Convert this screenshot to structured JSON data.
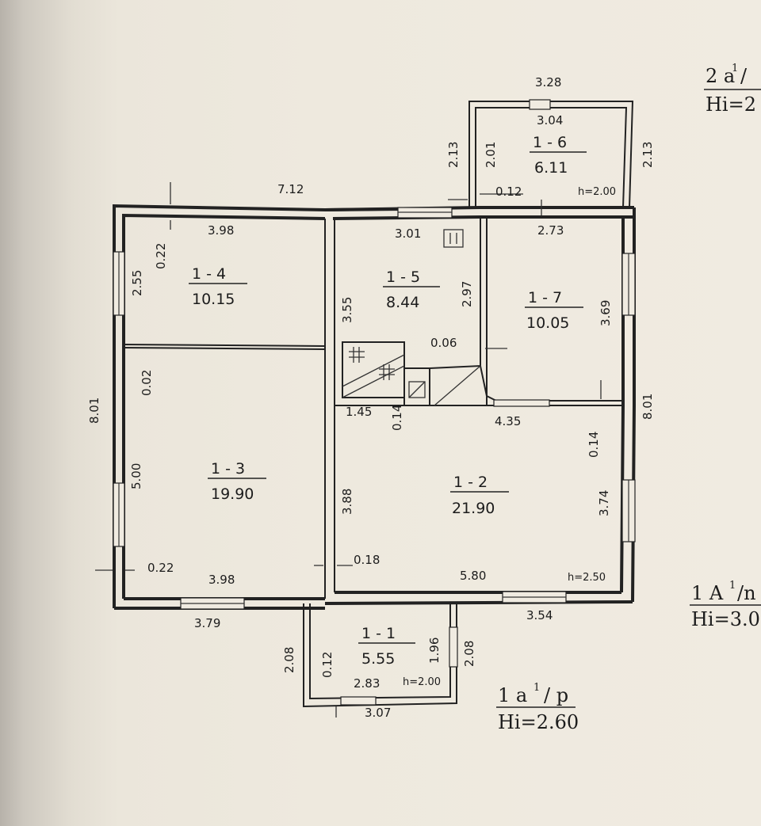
{
  "dims": {
    "annex16_outer": "3.28",
    "annex16_inner": "3.04",
    "annex16_left_outer": "2.13",
    "annex16_left_inner": "2.01",
    "annex16_right": "2.13",
    "annex16_wall": "0.12",
    "annex16_height": "h=2.00",
    "top_main": "7.12",
    "r14_width": "3.98",
    "r14_wall": "0.22",
    "r14_height": "2.55",
    "r15_width": "3.01",
    "r15_left": "3.55",
    "r15_right": "2.97",
    "r15_step": "0.06",
    "r17_width": "2.73",
    "r17_height": "3.69",
    "left_total": "8.01",
    "right_total": "8.01",
    "r13_wall": "0.02",
    "r13_height": "5.00",
    "r13_inner_wall": "0.22",
    "r13_width": "3.98",
    "bottom_left": "3.79",
    "kitchen_width": "1.45",
    "kitchen_wall": "0.14",
    "r12_top": "4.35",
    "r12_wall": "0.14",
    "r12_left": "3.88",
    "r12_right": "3.74",
    "r12_inner_wall": "0.18",
    "r12_width": "5.80",
    "r12_ceiling": "h=2.50",
    "bottom_right": "3.54",
    "p11_left_outer": "2.08",
    "p11_wall": "0.12",
    "p11_right_inner": "1.96",
    "p11_right_outer": "2.08",
    "p11_inner_width": "2.83",
    "p11_height": "h=2.00",
    "p11_outer_width": "3.07"
  },
  "rooms": {
    "r16": {
      "number": "1 - 6",
      "area": "6.11"
    },
    "r14": {
      "number": "1 - 4",
      "area": "10.15"
    },
    "r15": {
      "number": "1 - 5",
      "area": "8.44"
    },
    "r17": {
      "number": "1 - 7",
      "area": "10.05"
    },
    "r13": {
      "number": "1 - 3",
      "area": "19.90"
    },
    "r12": {
      "number": "1 - 2",
      "area": "21.90"
    },
    "r11": {
      "number": "1 - 1",
      "area": "5.55"
    }
  },
  "litera": {
    "second": {
      "code": "2 a",
      "suffix": "/",
      "height": "Hi=2"
    },
    "main": {
      "code": "1 A",
      "suffix": "/n",
      "height": "Hi=3.0"
    },
    "porch": {
      "code": "1 a",
      "suffix": "/ p",
      "height": "Hi=2.60"
    }
  }
}
